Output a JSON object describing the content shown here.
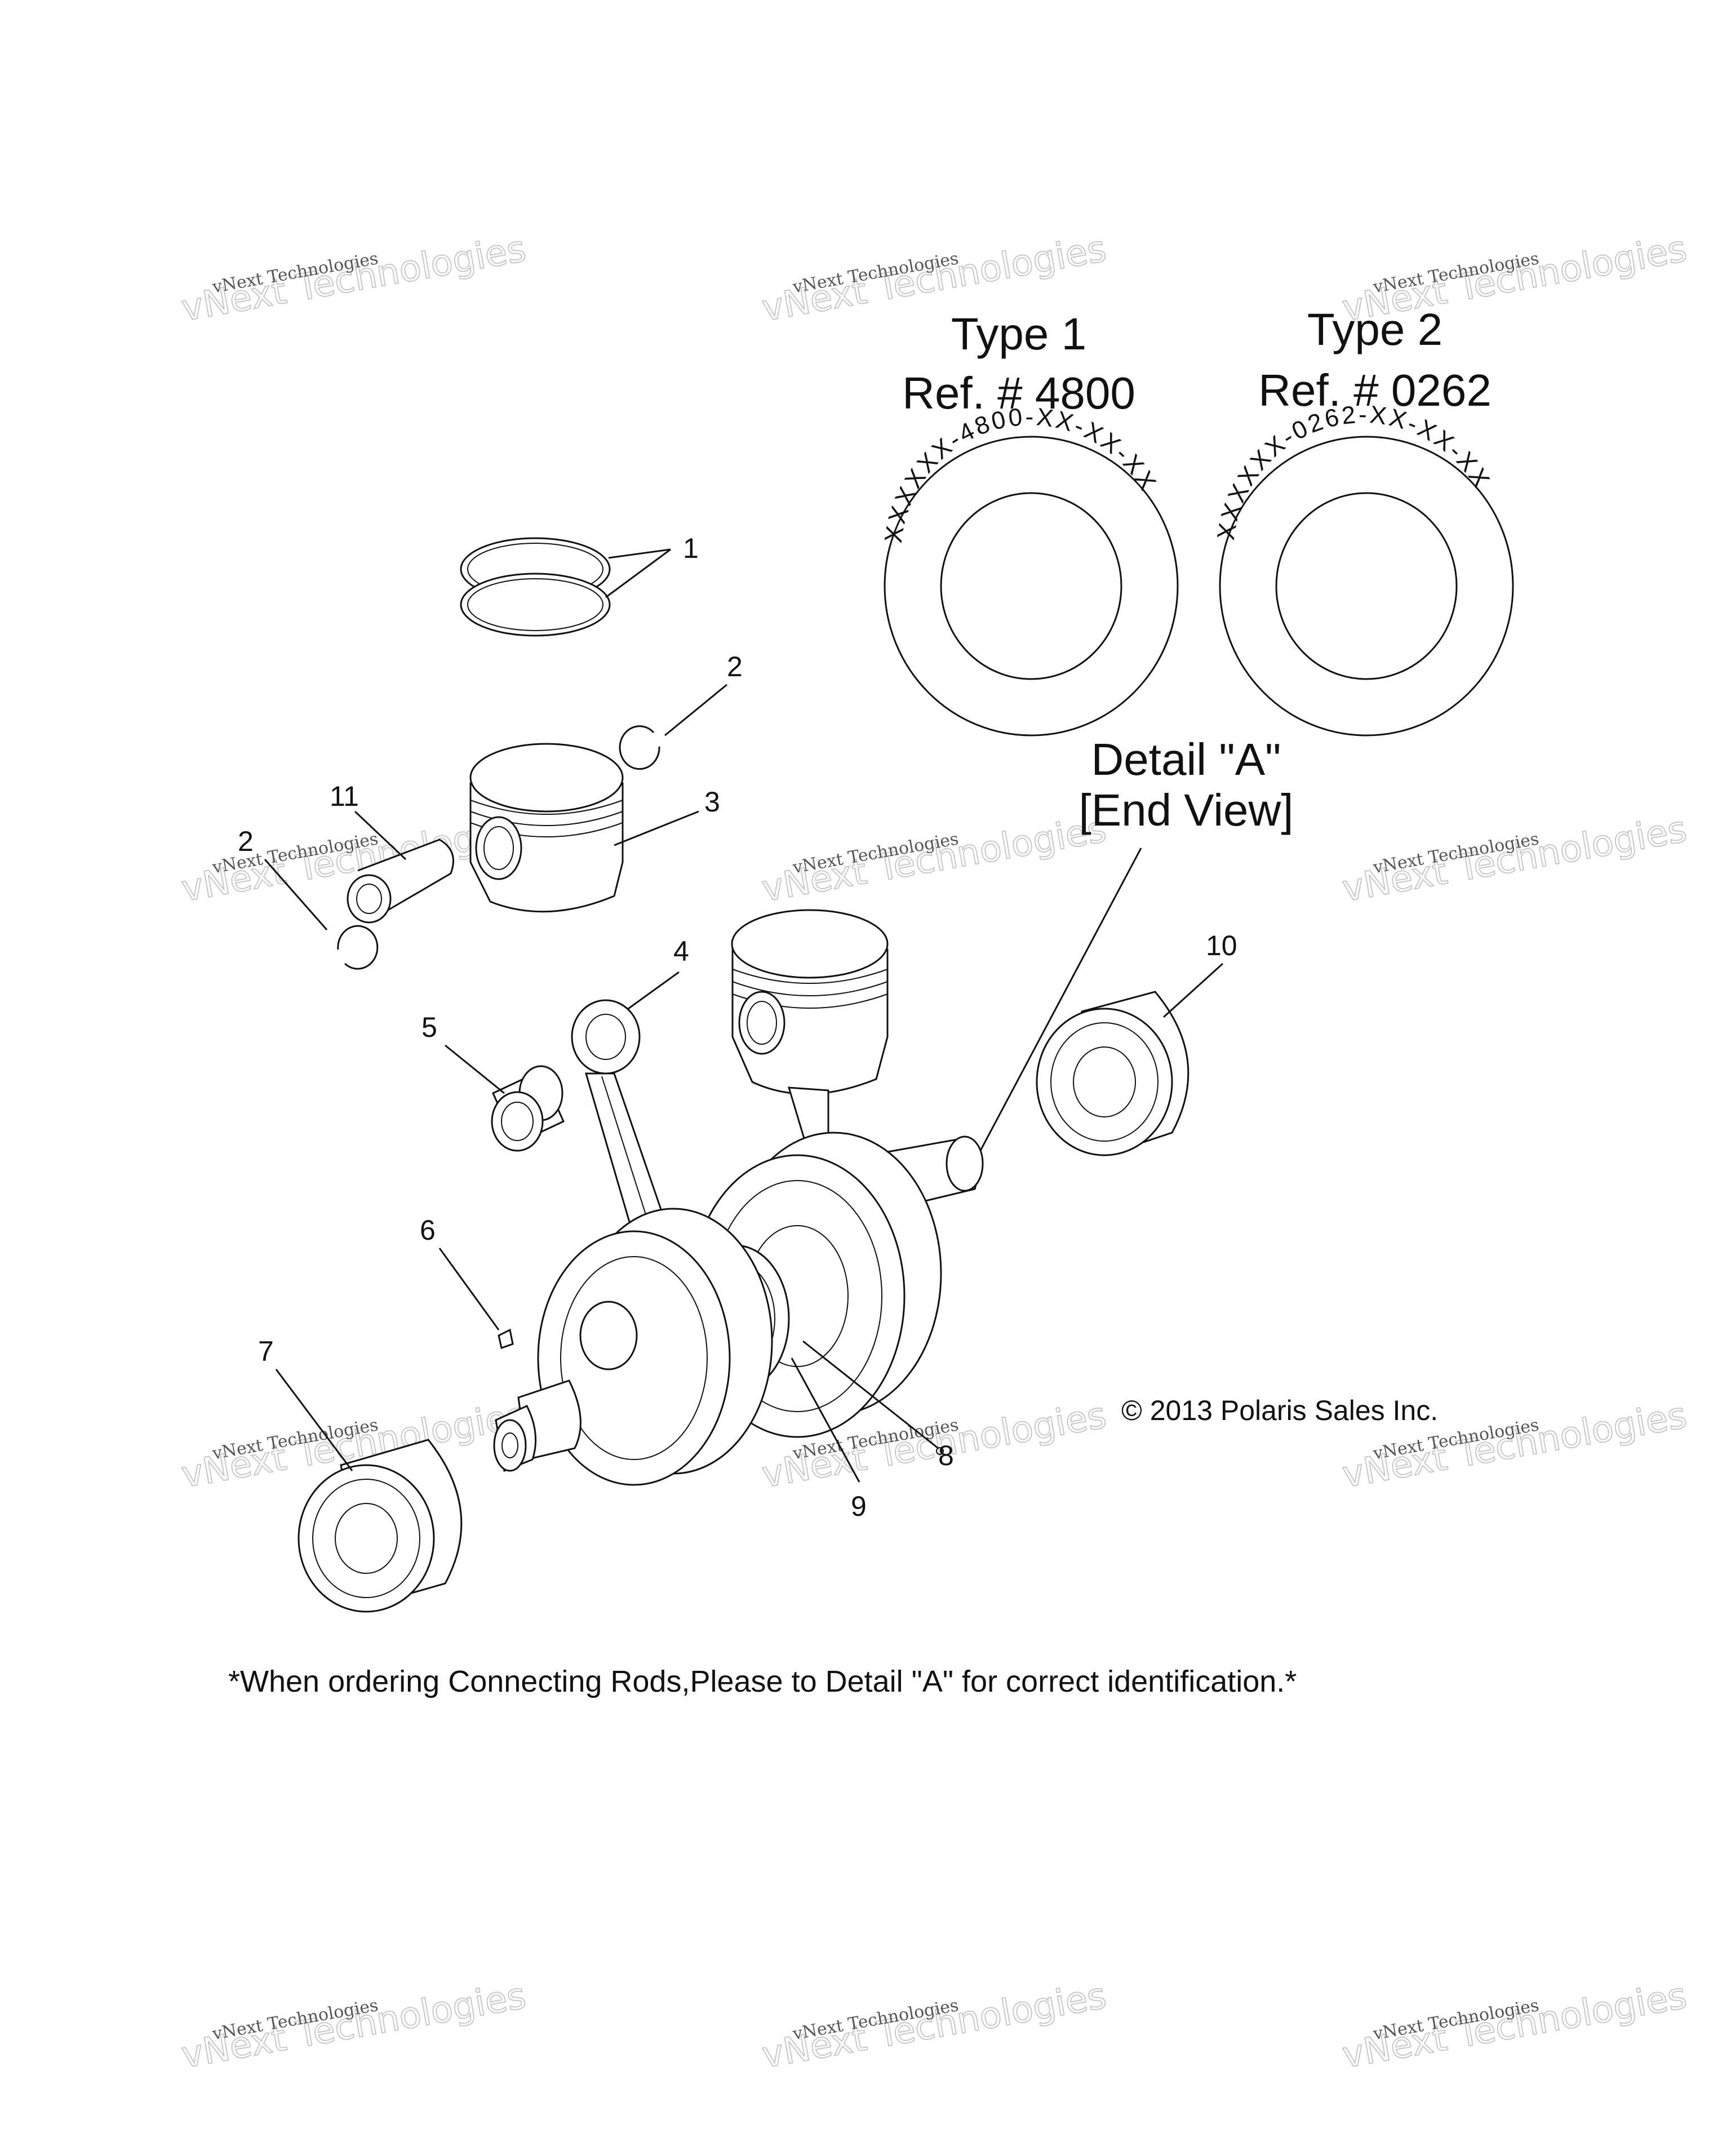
{
  "detail_types": [
    {
      "title": "Type 1",
      "ref": "Ref. # 4800",
      "marking": "XXXXXX-4800-XX-XX-XX"
    },
    {
      "title": "Type 2",
      "ref": "Ref. # 0262",
      "marking": "XXXXXX-0262-XX-XX-XX"
    }
  ],
  "detail_label": {
    "line1": "Detail \"A\"",
    "line2": "[End View]"
  },
  "callouts": [
    "1",
    "2",
    "3",
    "11",
    "2",
    "4",
    "5",
    "10",
    "6",
    "7",
    "8",
    "9"
  ],
  "copyright": "© 2013 Polaris Sales Inc.",
  "footnote": "*When ordering Connecting Rods,Please to Detail \"A\" for correct identification.*",
  "watermark": {
    "line1": "vNext Technologies",
    "line2": "vNext Technologies"
  }
}
